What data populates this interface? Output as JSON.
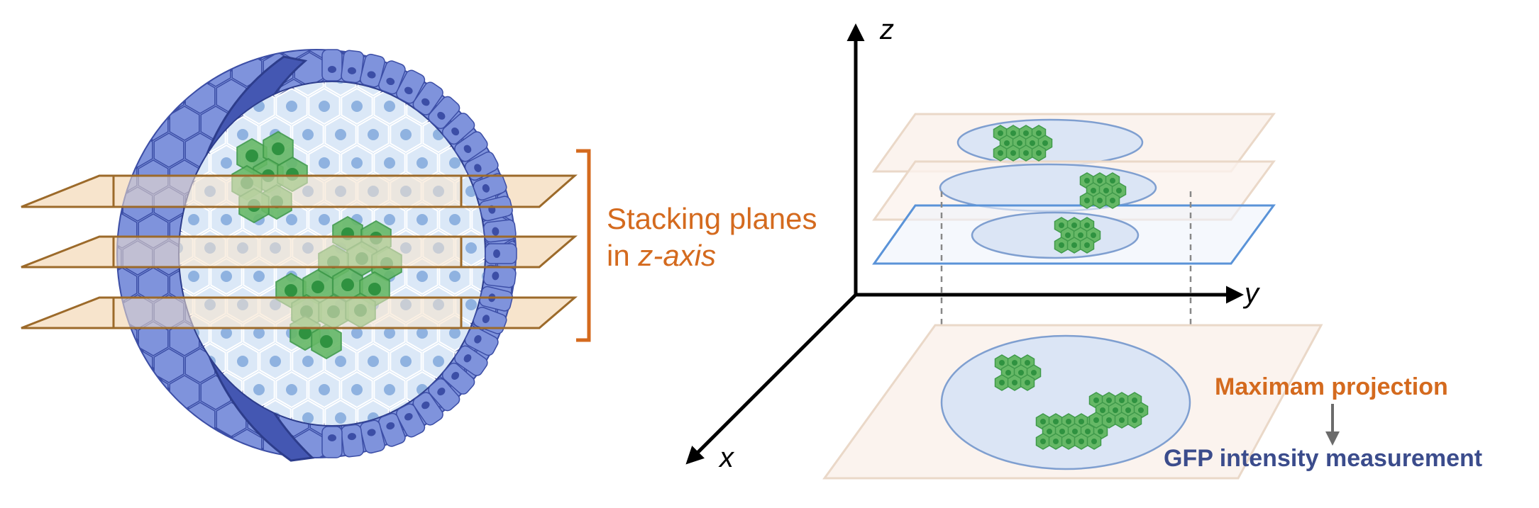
{
  "left_panel": {
    "label_line1": "Stacking planes",
    "label_line2_prefix": "in ",
    "label_line2_axis": "z-axis"
  },
  "right_panel": {
    "axis_z": "z",
    "axis_y": "y",
    "axis_x": "x",
    "max_projection": "Maximam projection",
    "gfp_measurement": "GFP intensity measurement"
  },
  "colors": {
    "orange": "#d46a1e",
    "navy": "#3b4c8c",
    "plane_fill": "#f7e4cc",
    "plane_edge": "#9c6a2a",
    "cell_outer": "#7f93dc",
    "cell_dark": "#3c4ea6",
    "cell_inner": "#cfe0f3",
    "gfp_green": "#66b866",
    "disc_fill": "#dbe5f5",
    "disc_edge": "#7f9fd0",
    "plane_blue": "#5a93d8",
    "faint_plane": "#ead8c8"
  }
}
